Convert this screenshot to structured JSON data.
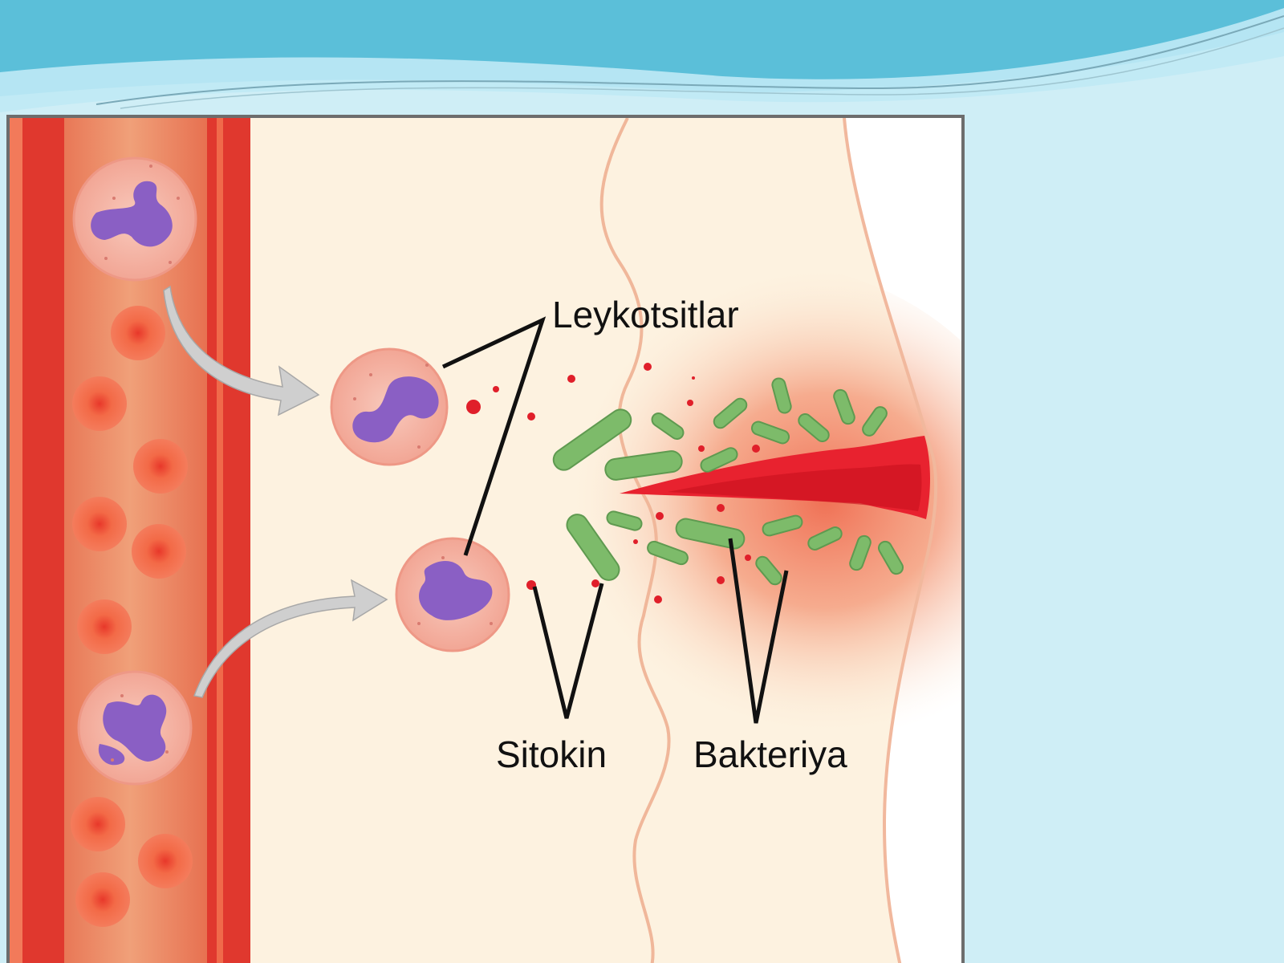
{
  "labels": {
    "leukocytes": "Leykotsitlar",
    "cytokine": "Sitokin",
    "bacteria": "Bakteriya"
  },
  "colors": {
    "slide_background": "#cfeef6",
    "wave_dark": "#5bbfd9",
    "wave_light": "#bfe9f5",
    "vessel_wall": "#e0382e",
    "vessel_lumen": "#e86e4a",
    "tissue": "#fdf2e0",
    "inflamed_tissue": "#f3a07e",
    "wound": "#e8222f",
    "red_blood_cell": "#f05a3e",
    "leukocyte_cytoplasm": "#f6b9aa",
    "leukocyte_nucleus": "#8a5fc4",
    "bacteria": "#7dbb6a",
    "cytokine": "#e01f2a",
    "migration_arrow": "#c8c8c8"
  }
}
